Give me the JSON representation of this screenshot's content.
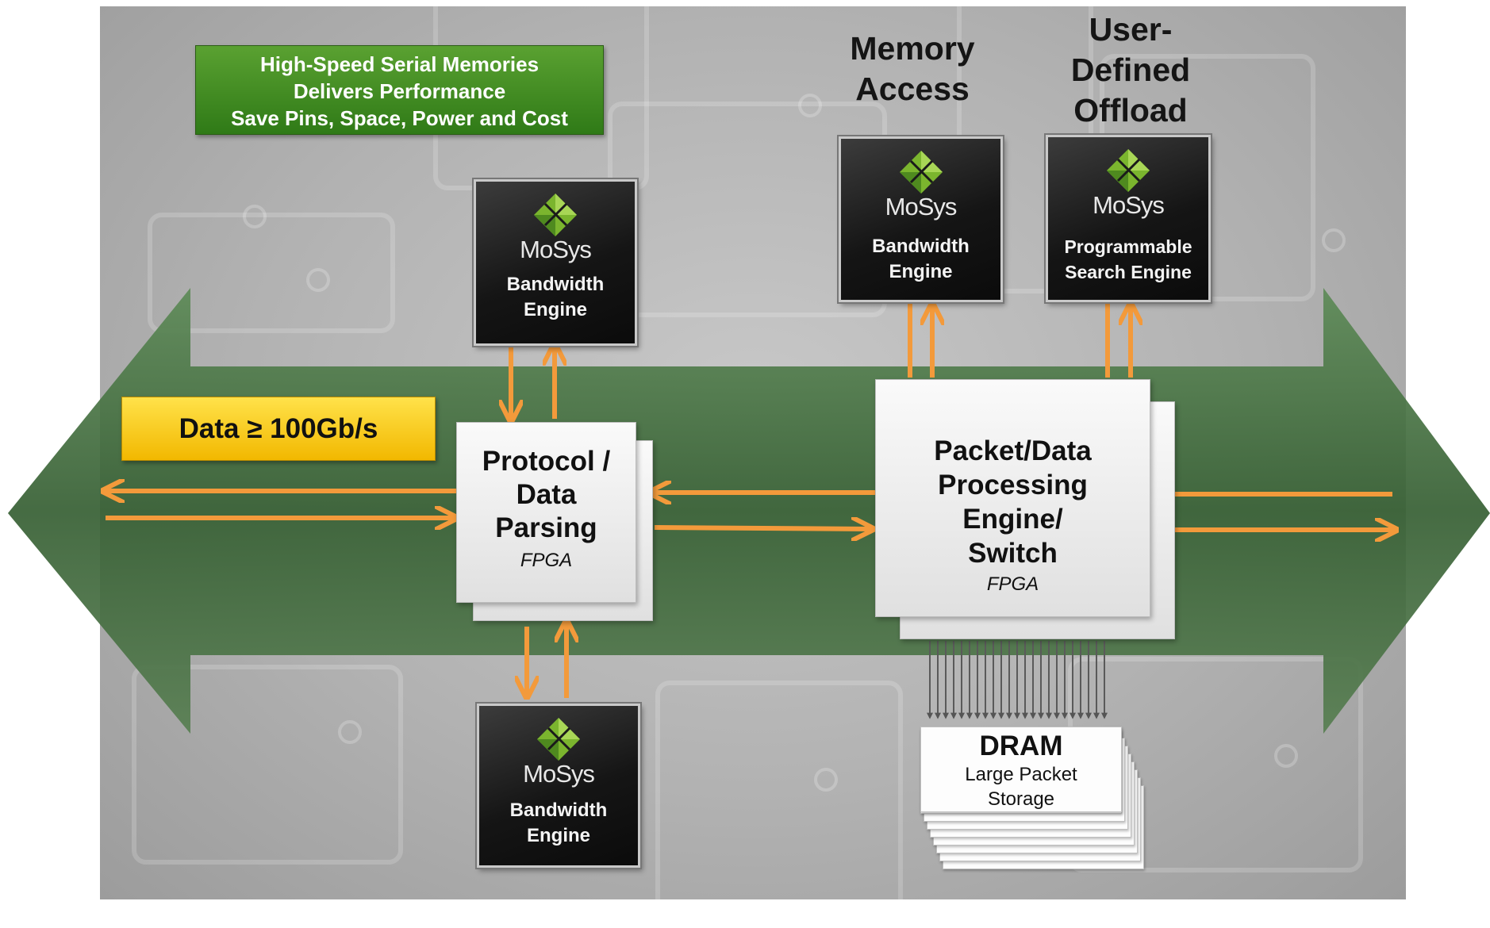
{
  "banner": {
    "lines": [
      "High-Speed Serial Memories",
      "Delivers Performance",
      "Save Pins, Space, Power and Cost"
    ]
  },
  "data_rate_label": "Data ≥ 100Gb/s",
  "headings": {
    "memory_access": [
      "Memory",
      "Access"
    ],
    "user_defined_offload": [
      "User-",
      "Defined",
      "Offload"
    ]
  },
  "chips": {
    "top_left": {
      "brand": "MoSys",
      "label": [
        "Bandwidth",
        "Engine"
      ]
    },
    "bottom_left": {
      "brand": "MoSys",
      "label": [
        "Bandwidth",
        "Engine"
      ]
    },
    "memory_access": {
      "brand": "MoSys",
      "label": [
        "Bandwidth",
        "Engine"
      ]
    },
    "offload": {
      "brand": "MoSys",
      "label": [
        "Programmable",
        "Search Engine"
      ]
    }
  },
  "fpga_left": {
    "title": [
      "Protocol /",
      "Data",
      "Parsing"
    ],
    "subtitle": "FPGA"
  },
  "fpga_right": {
    "title": [
      "Packet/Data",
      "Processing",
      "Engine/",
      "Switch"
    ],
    "subtitle": "FPGA"
  },
  "dram": {
    "title": "DRAM",
    "subtitle": [
      "Large Packet",
      "Storage"
    ]
  },
  "colors": {
    "arrow_orange": "#f39a3b",
    "band_green": "#3f6a3a",
    "banner_green": "#3f8a20",
    "data_gold": "#f7c400",
    "logo_green": "#7bb52e"
  },
  "icons": [
    "mosys-diamond-logo-icon"
  ]
}
